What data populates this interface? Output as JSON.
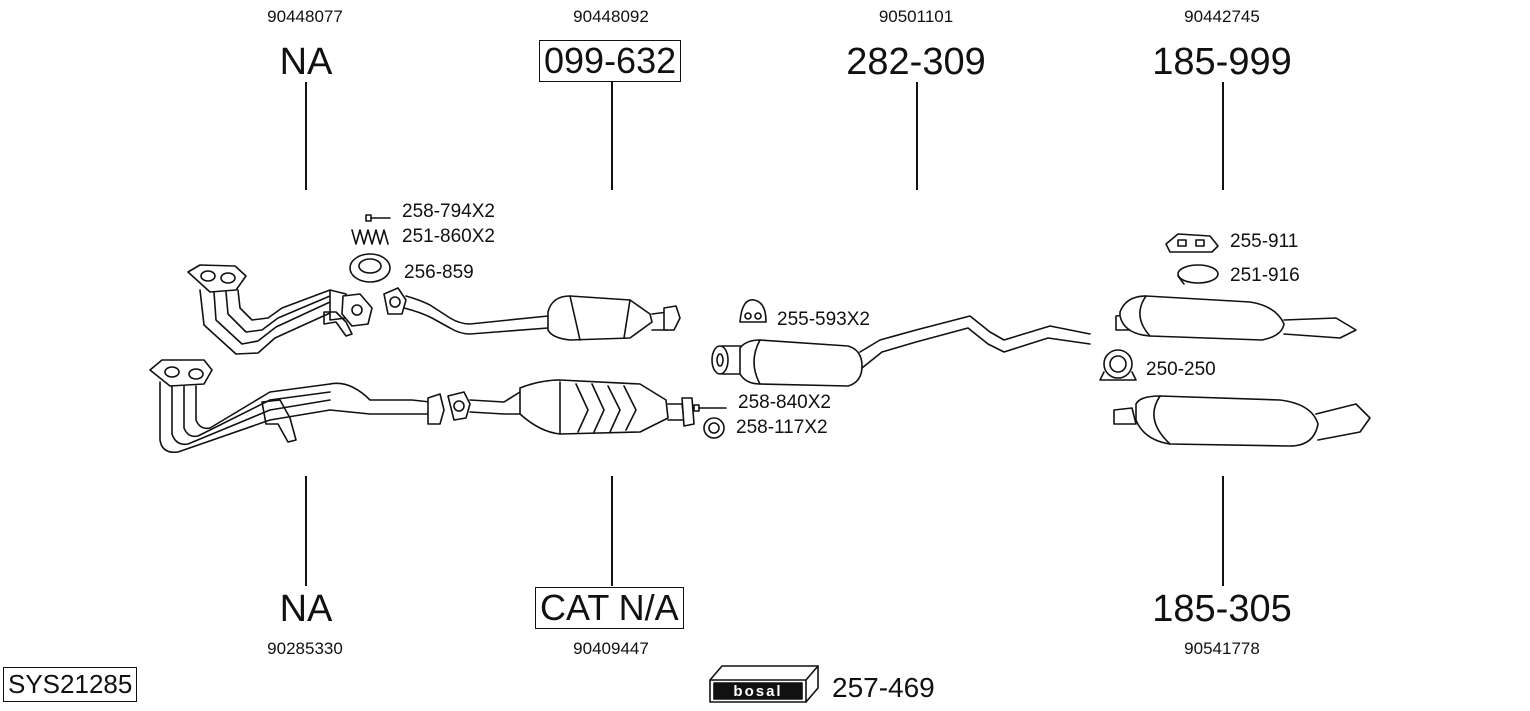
{
  "columns": [
    {
      "oem_top": "90448077",
      "part_top": "NA",
      "part_bottom": "NA",
      "oem_bottom": "90285330"
    },
    {
      "oem_top": "90448092",
      "part_top": "099-632",
      "part_bottom": "CAT N/A",
      "oem_bottom": "90409447"
    },
    {
      "oem_top": "90501101",
      "part_top": "282-309"
    },
    {
      "oem_top": "90442745",
      "part_top": "185-999",
      "part_bottom": "185-305",
      "oem_bottom": "90541778"
    }
  ],
  "accessories": {
    "bolt": "258-794X2",
    "spring": "251-860X2",
    "gasket_ring": "256-859",
    "rubber_mount": "255-593X2",
    "bracket": "255-911",
    "clamp_small": "251-916",
    "clamp": "250-250",
    "bolt2": "258-840X2",
    "ring2": "258-117X2"
  },
  "system_id": "SYS21285",
  "brand": {
    "logo": "bosal",
    "part": "257-469"
  }
}
